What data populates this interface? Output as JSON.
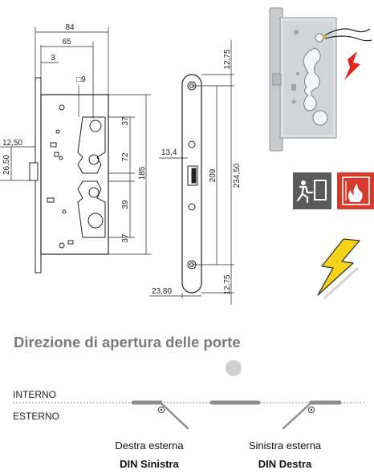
{
  "dimensions": {
    "width_total": "84",
    "width_65": "65",
    "width_3": "3",
    "square": "□9",
    "latch_y": "12,50",
    "latch_h": "26,50",
    "d37a": "37",
    "d72": "72",
    "d39": "39",
    "d37b": "37",
    "d185": "185",
    "faceplate_top": "12,75",
    "faceplate_bottom": "12,75",
    "latch_w": "13,4",
    "d209": "209",
    "d234": "234,50",
    "faceplate_w": "23,80"
  },
  "section": {
    "title": "Direzione di apertura delle porte",
    "interior": "INTERNO",
    "exterior": "ESTERNO",
    "left_caption": "Destra esterna",
    "left_din": "DIN Sinistra",
    "right_caption": "Sinistra esterna",
    "right_din": "DIN Destra"
  },
  "colors": {
    "exit_sign": "#5a5a5a",
    "fire_sign": "#d83a2c",
    "lightning": "#f6d31a",
    "door_leaf": "#8c8c8c",
    "heading": "#7a7a7a"
  },
  "icons": [
    "emergency-exit-icon",
    "fire-door-icon",
    "lightning-bolt-icon",
    "electric-hazard-icon"
  ]
}
